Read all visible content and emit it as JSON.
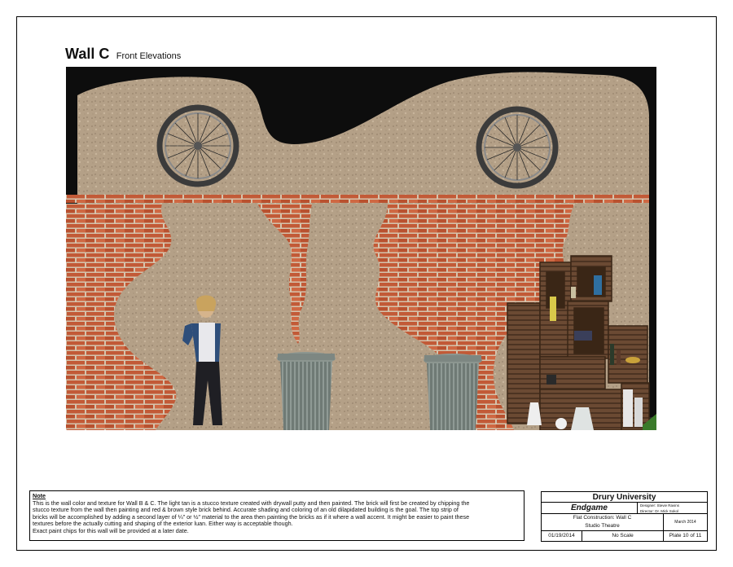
{
  "title": {
    "main": "Wall C",
    "sub": "Front Elevations"
  },
  "note": {
    "label": "Note",
    "lines": [
      "This is the wall color and texture for  Wall B & C. The light tan is a stucco texture created with drywall putty and then painted. The brick will first be created by chipping the",
      "stucco texture from the wall then painting and red & brown style brick behind. Accurate shading and coloring of an old dilapidated building is the goal. The top strip of",
      "bricks will be accomplished by adding a second layer of ¼\" or ½\" material to the area then painting the bricks as if it where a wall accent. It might be easier to paint these",
      "textures before the actually cutting and shaping of the exterior luan. Either way is acceptable though.",
      "Exact paint chips for this wall will be provided at a later date."
    ]
  },
  "title_block": {
    "university": "Drury University",
    "show": "Endgame",
    "designer": "Designer: Stevie Ravins",
    "director": "Director: Dr. Mick Sokol",
    "drawing": "Flat Construction: Wall C",
    "venue": "Studio Theatre",
    "date_right": "March 2014",
    "date": "01/19/2014",
    "scale": "No Scale",
    "plate": "Plate 10 of 11"
  },
  "colors": {
    "stucco": "#b5a088",
    "brick": "#c45a38",
    "mortar": "#d8c7b0",
    "curtain": "#0d0d0d",
    "crate": "#6b4a33"
  }
}
